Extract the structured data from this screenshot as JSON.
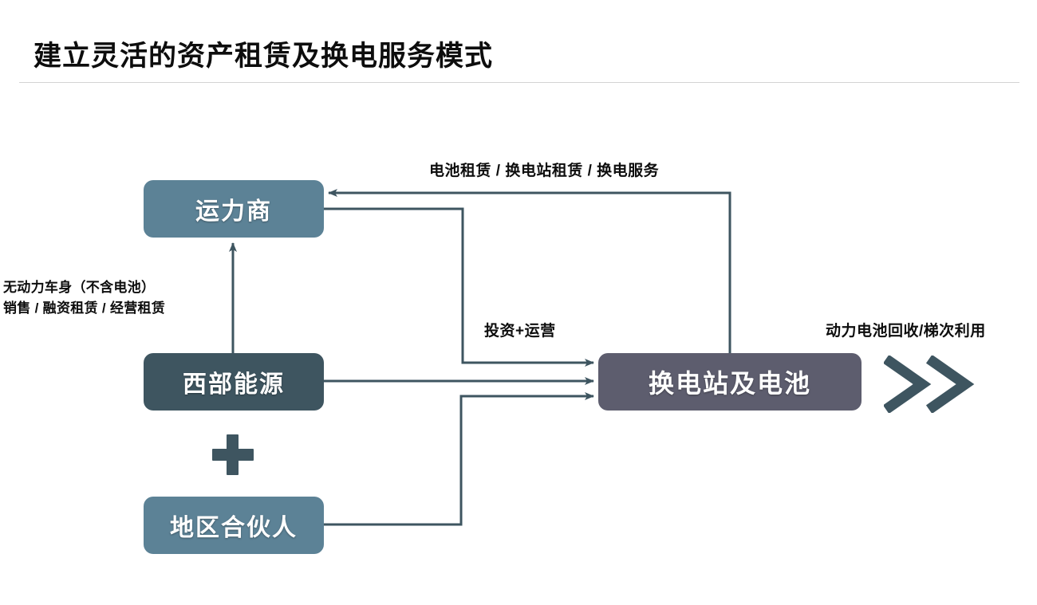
{
  "slide": {
    "title": "建立灵活的资产租赁及换电服务模式",
    "accent_steel": "#5c8296",
    "accent_slate": "#3e5560",
    "accent_purple_gray": "#5d5d6e",
    "wire_color": "#3e5560",
    "rule_color": "#d4d4d4",
    "background": "#ffffff"
  },
  "nodes": {
    "carrier": {
      "label": "运力商"
    },
    "energy": {
      "label": "西部能源"
    },
    "partner": {
      "label": "地区合伙人"
    },
    "station": {
      "label": "换电站及电池"
    }
  },
  "glyphs": {
    "plus": "+",
    "chevrons": "»"
  },
  "edge_labels": {
    "station_to_carrier": "电池租赁 / 换电站租赁 / 换电服务",
    "energy_to_carrier_line1": "无动力车身（不含电池）",
    "energy_to_carrier_line2": "销售 / 融资租赁 / 经营租赁",
    "to_station": "投资+运营",
    "battery_recycle": "动力电池回收/梯次利用"
  },
  "flows": [
    {
      "from": "换电站及电池",
      "to": "运力商",
      "label": "电池租赁 / 换电站租赁 / 换电服务"
    },
    {
      "from": "西部能源",
      "to": "运力商",
      "label": "无动力车身（不含电池）销售 / 融资租赁 / 经营租赁"
    },
    {
      "from": "运力商",
      "to": "换电站及电池",
      "label": "投资+运营"
    },
    {
      "from": "西部能源",
      "to": "换电站及电池",
      "label": "投资+运营"
    },
    {
      "from": "地区合伙人",
      "to": "换电站及电池",
      "label": "投资+运营"
    },
    {
      "from": "换电站及电池",
      "to": "",
      "label": "动力电池回收/梯次利用"
    }
  ]
}
